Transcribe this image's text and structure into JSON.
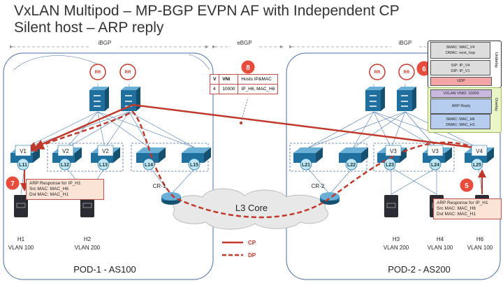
{
  "title": {
    "line1": "VxLAN Multipod – MP-BGP EVPN AF with Independent CP",
    "line2": "Silent host – ARP reply"
  },
  "bgp_labels": {
    "left": "iBGP",
    "middle": "eBGP",
    "right": "iBGP"
  },
  "pods": [
    {
      "label": "POD-1 - AS100"
    },
    {
      "label": "POD-2 - AS200"
    }
  ],
  "rr_label": "RR",
  "leafs": [
    {
      "name": "L11",
      "vtep": "V1"
    },
    {
      "name": "L12",
      "vtep": "V2"
    },
    {
      "name": "L13",
      "vtep": "V2"
    },
    {
      "name": "L14",
      "vtep": ""
    },
    {
      "name": "L15",
      "vtep": ""
    },
    {
      "name": "L21",
      "vtep": ""
    },
    {
      "name": "L22",
      "vtep": ""
    },
    {
      "name": "L23",
      "vtep": "V3"
    },
    {
      "name": "L24",
      "vtep": "V3"
    },
    {
      "name": "L25",
      "vtep": "V4"
    }
  ],
  "hosts": [
    {
      "name": "H1",
      "vlan": "VLAN 100"
    },
    {
      "name": "H2",
      "vlan": "VLAN 200"
    },
    {
      "name": "H3",
      "vlan": "VLAN 200"
    },
    {
      "name": "H4",
      "vlan": "VLAN 100"
    },
    {
      "name": "H6",
      "vlan": "VLAN 100"
    }
  ],
  "core": {
    "label": "L3 Core",
    "cr1": "CR-1",
    "cr2": "CR-2"
  },
  "legend": {
    "cp": "CP",
    "dp": "DP"
  },
  "steps": {
    "s5": "5",
    "s6": "6",
    "s7": "7",
    "s8": "8"
  },
  "table": {
    "headers": [
      "V",
      "VNI",
      "Hosts IP&MAC"
    ],
    "row": [
      "4",
      "10000",
      "IP_H6, MAC_H6"
    ]
  },
  "arp_left": {
    "l1": "ARP Response for IP_H1",
    "l2": "Src MAC: MAC_H6",
    "l3": "Dst MAC: MAC_H1"
  },
  "arp_right": {
    "l1": "ARP Response for IP_H1",
    "l2": "Src MAC: MAC_H6",
    "l3": "Dst MAC: MAC_H1"
  },
  "packet": {
    "underlay_label": "Underlay",
    "overlay_label": "Overlay",
    "smac": "SMAC: MAC_V4",
    "dmac": "DMAC: next_hop",
    "sip": "SIP: IP_V4",
    "dip": "DIP: IP_V1",
    "udp": "UDP",
    "vni": "VXLAN VNID: 10000",
    "arp": "ARP Reply",
    "ismac": "SMAC: MAC_H6",
    "idmac": "DMAC: MAC_H1"
  },
  "colors": {
    "cp_dp": "#c0392b",
    "accent_blue": "#1f6f9f",
    "pod_border": "#4a6fa5"
  }
}
